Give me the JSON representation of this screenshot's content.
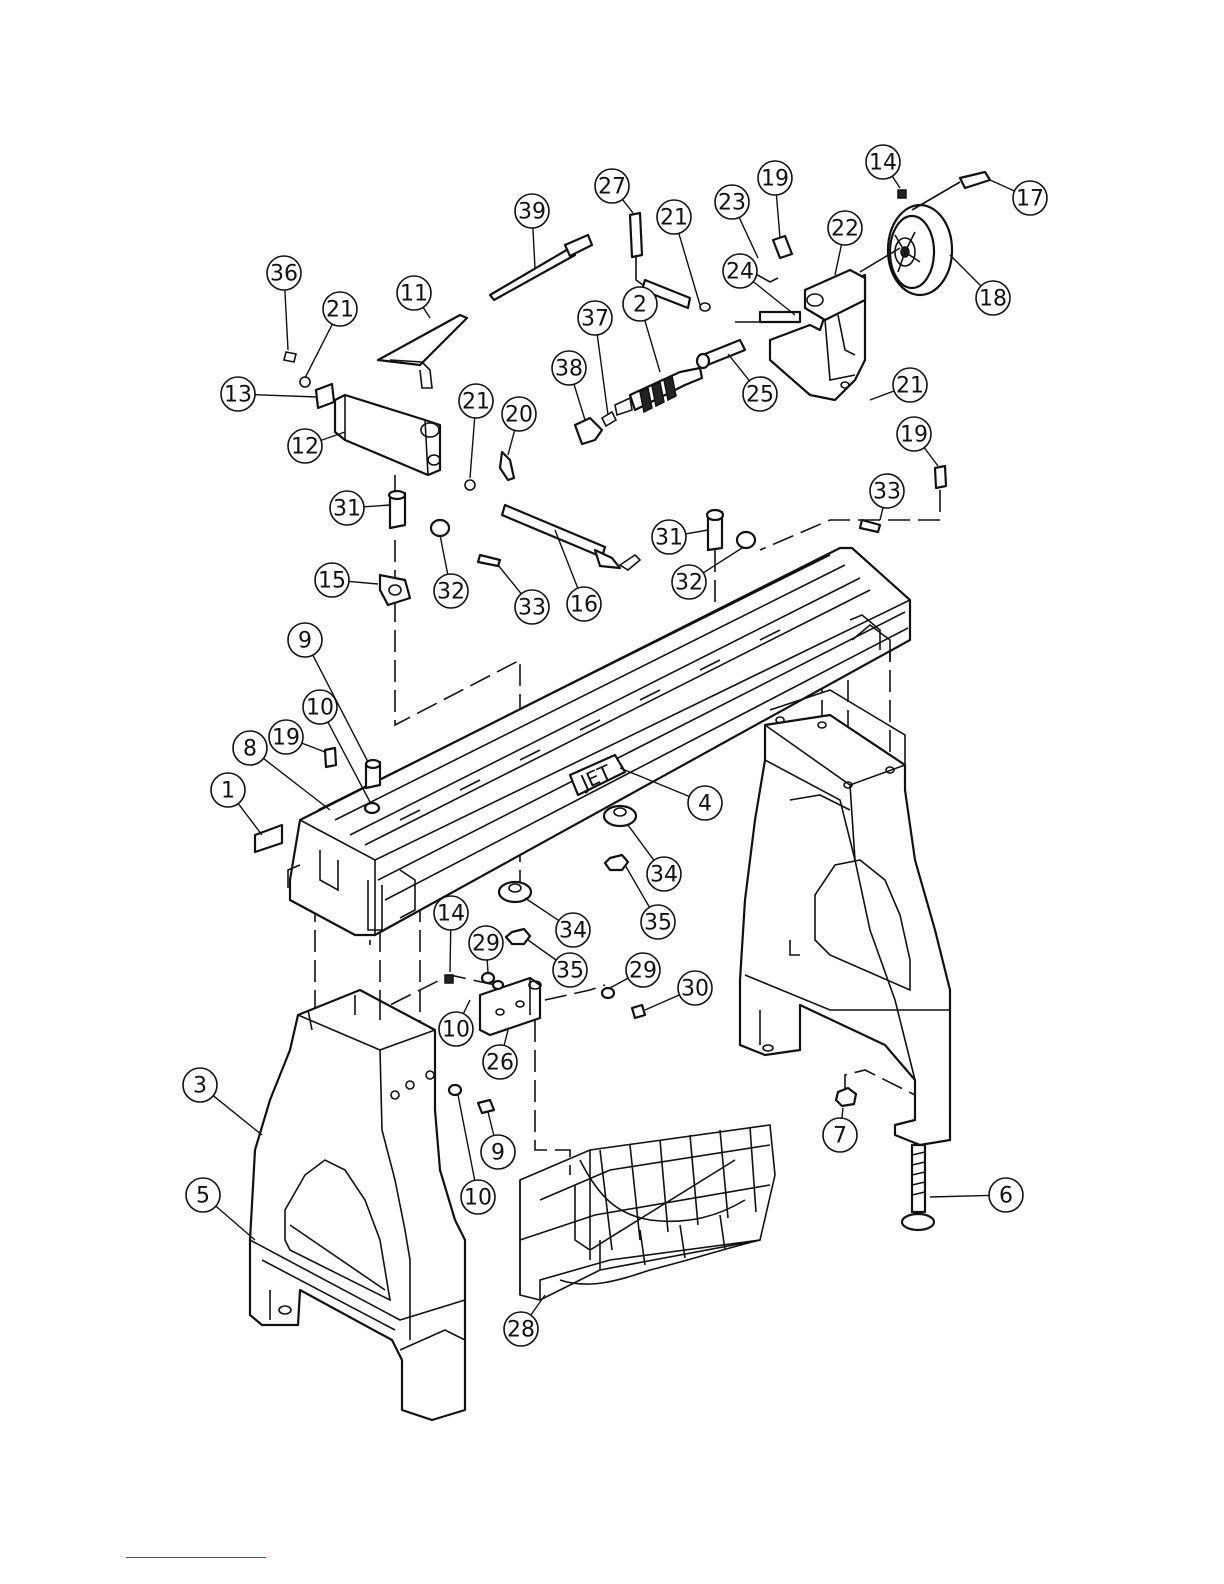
{
  "brand_label": "JET",
  "footer_rule_color": "#2e58c8",
  "callouts": [
    {
      "label": "1"
    },
    {
      "label": "2"
    },
    {
      "label": "3"
    },
    {
      "label": "4"
    },
    {
      "label": "5"
    },
    {
      "label": "6"
    },
    {
      "label": "7"
    },
    {
      "label": "8"
    },
    {
      "label": "9"
    },
    {
      "label": "9"
    },
    {
      "label": "10"
    },
    {
      "label": "10"
    },
    {
      "label": "10"
    },
    {
      "label": "11"
    },
    {
      "label": "12"
    },
    {
      "label": "13"
    },
    {
      "label": "14"
    },
    {
      "label": "14"
    },
    {
      "label": "15"
    },
    {
      "label": "16"
    },
    {
      "label": "17"
    },
    {
      "label": "18"
    },
    {
      "label": "19"
    },
    {
      "label": "19"
    },
    {
      "label": "19"
    },
    {
      "label": "20"
    },
    {
      "label": "21"
    },
    {
      "label": "21"
    },
    {
      "label": "21"
    },
    {
      "label": "21"
    },
    {
      "label": "22"
    },
    {
      "label": "23"
    },
    {
      "label": "24"
    },
    {
      "label": "25"
    },
    {
      "label": "26"
    },
    {
      "label": "27"
    },
    {
      "label": "28"
    },
    {
      "label": "29"
    },
    {
      "label": "29"
    },
    {
      "label": "30"
    },
    {
      "label": "31"
    },
    {
      "label": "31"
    },
    {
      "label": "32"
    },
    {
      "label": "32"
    },
    {
      "label": "33"
    },
    {
      "label": "33"
    },
    {
      "label": "34"
    },
    {
      "label": "34"
    },
    {
      "label": "35"
    },
    {
      "label": "35"
    },
    {
      "label": "36"
    },
    {
      "label": "37"
    },
    {
      "label": "38"
    },
    {
      "label": "39"
    }
  ]
}
